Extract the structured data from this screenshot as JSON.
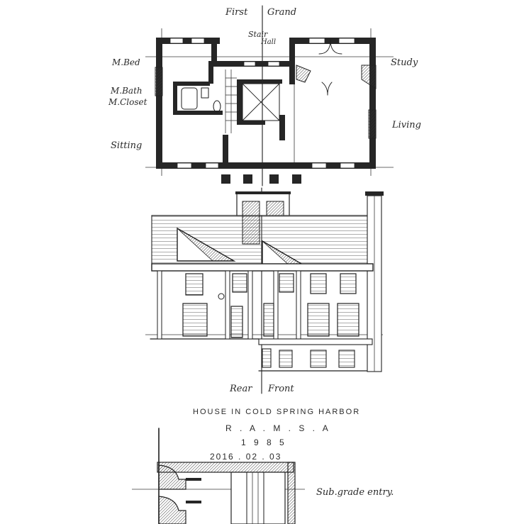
{
  "plan_labels": {
    "first": "First",
    "grand": "Grand",
    "stair": "Stair",
    "hall": "Hall",
    "m_bed": "M.Bed",
    "m_bath": "M.Bath",
    "m_closet": "M.Closet",
    "sitting": "Sitting",
    "study": "Study",
    "living": "Living"
  },
  "elevation_labels": {
    "rear": "Rear",
    "front": "Front"
  },
  "title_block": {
    "project": "HOUSE IN COLD SPRING HARBOR",
    "architect": "R . A . M . S . A",
    "year": "1 9 8 5",
    "date": "2016 . 02 . 03"
  },
  "detail_labels": {
    "sub_grade_entry": "Sub.grade entry."
  },
  "colors": {
    "ink": "#1e1e1e",
    "paper": "#ffffff"
  }
}
